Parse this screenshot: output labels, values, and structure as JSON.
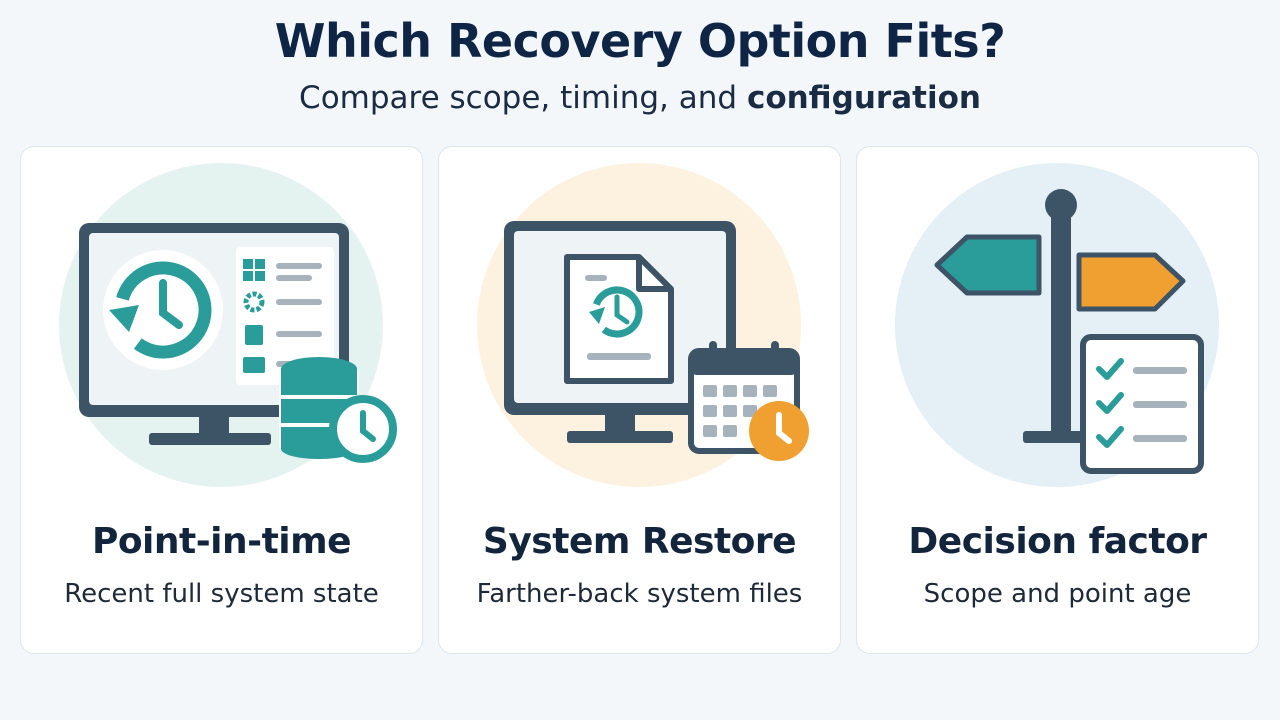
{
  "header": {
    "title": "Which Recovery Option Fits?",
    "subtitle_prefix": "Compare scope, timing, and ",
    "subtitle_bold": "configuration"
  },
  "cards": [
    {
      "title": "Point-in-time",
      "description": "Recent full system state",
      "icon": "monitor-restore-database-icon",
      "accent": "#2a9d9a"
    },
    {
      "title": "System Restore",
      "description": "Farther-back system files",
      "icon": "monitor-file-calendar-icon",
      "accent": "#f0a030"
    },
    {
      "title": "Decision factor",
      "description": "Scope and point age",
      "icon": "signpost-checklist-icon",
      "accent": "#2a9d9a"
    }
  ],
  "colors": {
    "teal": "#2a9d9a",
    "orange": "#f0a030",
    "navy": "#3d5467",
    "title": "#0f2545"
  }
}
